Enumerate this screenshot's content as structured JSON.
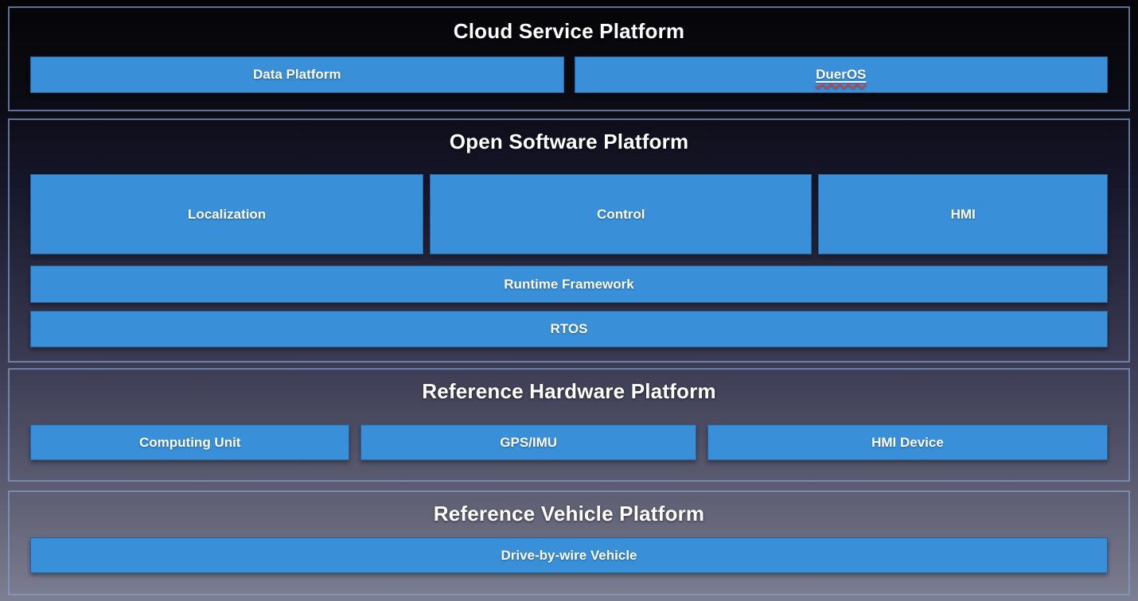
{
  "sections": [
    {
      "title": "Cloud Service Platform",
      "blocks": [
        {
          "label": "Data Platform"
        },
        {
          "label": "DuerOS"
        }
      ]
    },
    {
      "title": "Open Software Platform",
      "blocks": [
        {
          "label": "Localization"
        },
        {
          "label": "Control"
        },
        {
          "label": "HMI"
        },
        {
          "label": "Runtime Framework"
        },
        {
          "label": "RTOS"
        }
      ]
    },
    {
      "title": "Reference Hardware Platform",
      "blocks": [
        {
          "label": "Computing Unit"
        },
        {
          "label": "GPS/IMU"
        },
        {
          "label": "HMI Device"
        }
      ]
    },
    {
      "title": "Reference Vehicle Platform",
      "blocks": [
        {
          "label": "Drive-by-wire Vehicle"
        }
      ]
    }
  ],
  "colors": {
    "block_blue": "#3990d8",
    "panel_border": "#869ecc",
    "spellcheck_red": "#d93a3a",
    "background_top": "#050507",
    "background_bottom": "#7c7e92"
  }
}
